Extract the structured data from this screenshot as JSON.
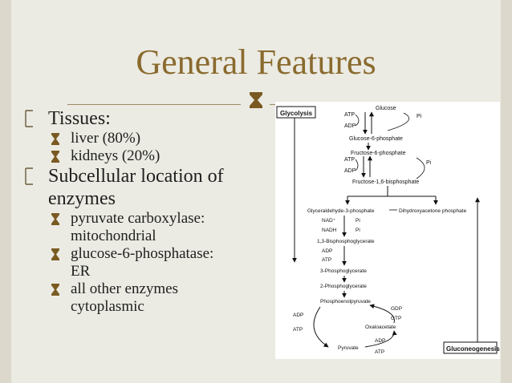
{
  "slide": {
    "title": "General Features",
    "bullets": [
      {
        "text": "Tissues:",
        "sub": [
          "liver (80%)",
          "kidneys (20%)"
        ]
      },
      {
        "text_lines": [
          "Subcellular location of",
          "enzymes"
        ],
        "sub": [
          {
            "lines": [
              "pyruvate carboxylase:",
              "mitochondrial"
            ]
          },
          {
            "lines": [
              "glucose-6-phosphatase:",
              "ER"
            ]
          },
          {
            "lines": [
              "all other enzymes",
              "cytoplasmic"
            ]
          }
        ]
      }
    ]
  },
  "figure": {
    "glycolysis_label": "Glycolysis",
    "gluconeogenesis_label": "Gluconeogenesis",
    "metabolites": {
      "glucose": "Glucose",
      "g6p": "Glucose-6-phosphate",
      "f6p": "Fructose-6-phosphate",
      "f16bp": "Fructose-1,6-bisphosphate",
      "g3p": "Glyceraldehyde-3-phosphate",
      "dhap": "Dihydroxyacetone phosphate",
      "bpg13": "1,3-Bisphosphoglycerate",
      "pg3": "3-Phosphoglycerate",
      "pg2": "2-Phosphoglycerate",
      "pep": "Phosphoenolpyruvate",
      "oaa": "Oxaloacetate",
      "pyruvate": "Pyruvate"
    },
    "cofactors": {
      "atp": "ATP",
      "adp": "ADP",
      "pi": "Pi",
      "nad": "NAD⁺",
      "nadh": "NADH",
      "gdp": "GDP",
      "gtp": "GTP"
    }
  },
  "colors": {
    "background": "#ebebe3",
    "title": "#8a6a2e",
    "accent": "#7a5a22",
    "text": "#202020"
  },
  "icons": {
    "ornament": "ornament-icon",
    "l1_bullet": "bracket-bullet-icon",
    "l2_bullet": "hourglass-bullet-icon"
  }
}
